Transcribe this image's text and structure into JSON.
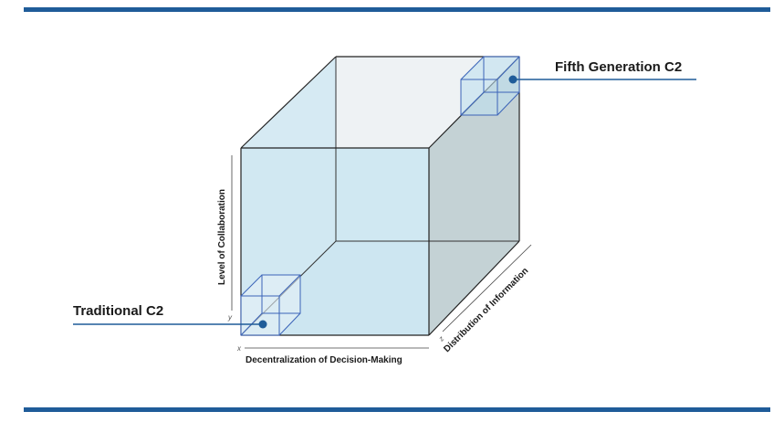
{
  "diagram": {
    "callouts": {
      "fifth_generation": "Fifth Generation C2",
      "traditional": "Traditional C2"
    },
    "axes": {
      "y_label": "Level of Collaboration",
      "x_label": "Decentralization of Decision-Making",
      "z_label": "Distribution of Information",
      "x_letter": "x",
      "y_letter": "y",
      "z_letter": "z"
    },
    "colors": {
      "rule_bar": "#1f5c99",
      "front_face": "#cfe7f1",
      "side_face": "#c4d2d5",
      "top_face": "#eef2f4",
      "small_cube": "#3a63b8",
      "callout_dot": "#1f5c99",
      "edge": "#222222"
    }
  }
}
